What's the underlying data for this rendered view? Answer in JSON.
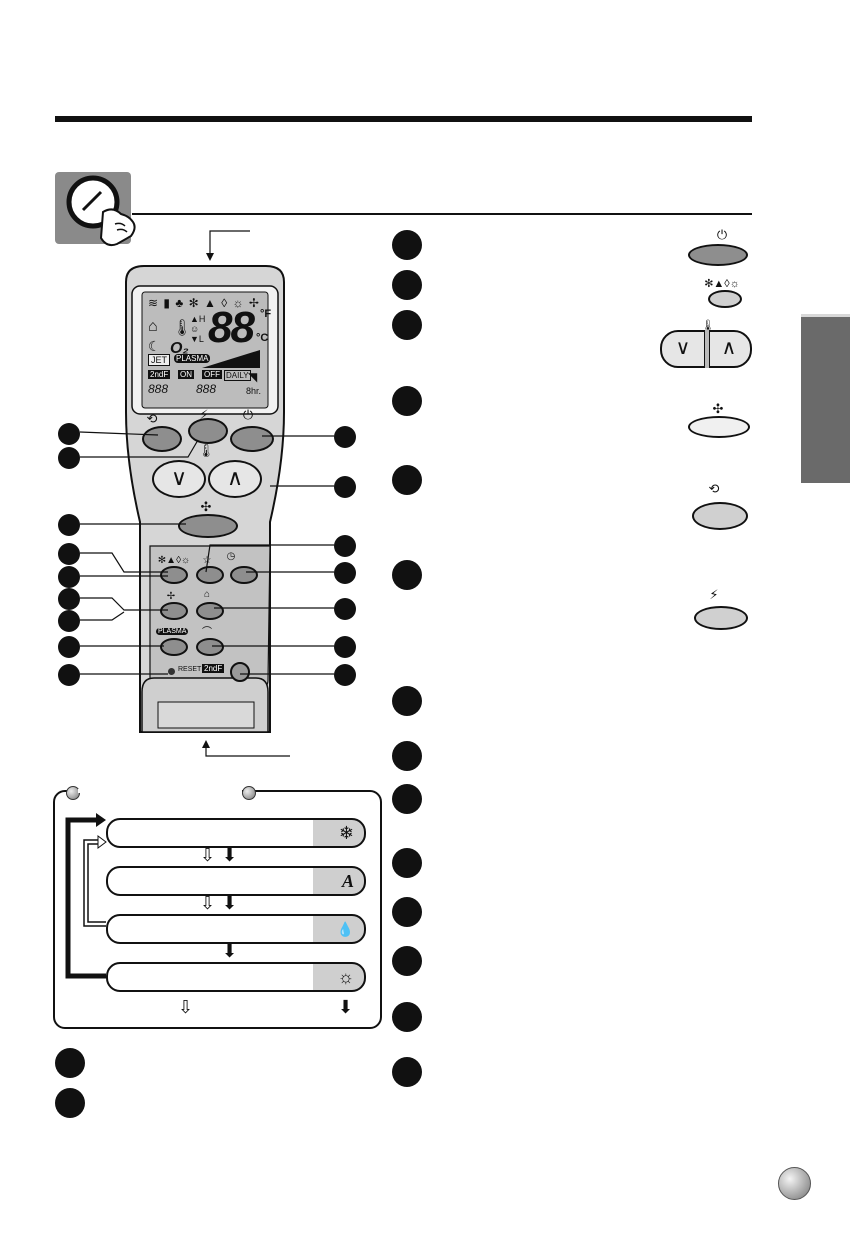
{
  "display": {
    "temperature_digits": "88",
    "unit_f": "°F",
    "unit_c": "°C",
    "o2_label": "O₂",
    "jet_label": "JET",
    "plasma_label": "PLASMA",
    "ndf_label": "2ndF",
    "on_label": "ON",
    "off_label": "OFF",
    "daily_label": "DAILY",
    "time_digits_1": "888",
    "time_digits_2": "888",
    "hours_label": "8hr.",
    "fan_h": "H",
    "fan_l": "L"
  },
  "remote": {
    "plasma_button_label": "PLASMA",
    "reset_label": "RESET",
    "ndf_button_label": "2ndF"
  },
  "mode_cycle": {
    "modes": [
      {
        "icon": "snowflake-icon",
        "glyph": "❄"
      },
      {
        "icon": "auto-mode-icon",
        "glyph": "A"
      },
      {
        "icon": "dry-mode-icon",
        "glyph": "💧"
      },
      {
        "icon": "heat-mode-icon",
        "glyph": "☼"
      }
    ]
  },
  "colors": {
    "remote_body": "#d6d6d6",
    "lcd": "#bcbcbc",
    "button_dark": "#8e8e8e",
    "side_tab": "#6a6a6a"
  }
}
